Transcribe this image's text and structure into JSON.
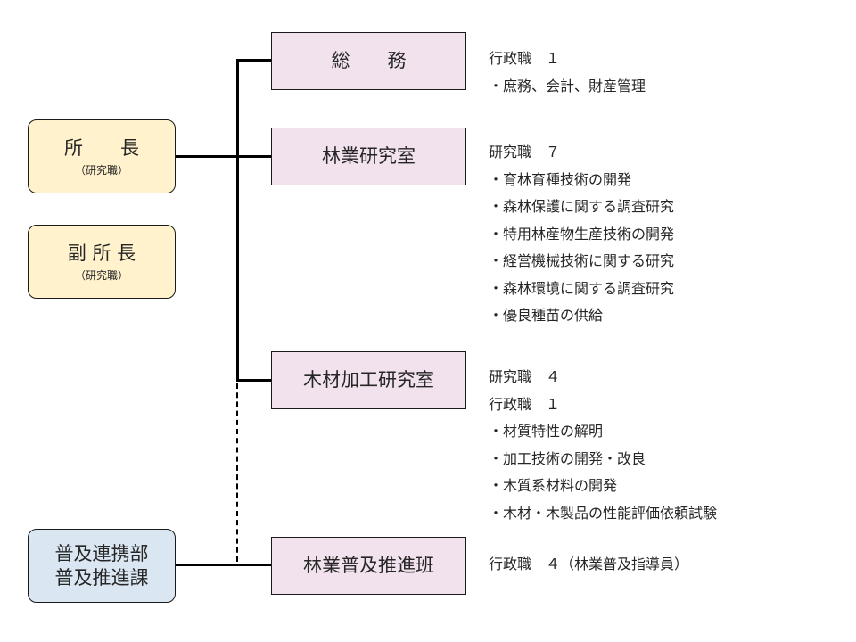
{
  "leaders": {
    "director": {
      "title": "所　　長",
      "subtitle": "（研究職）"
    },
    "vice_director": {
      "title": "副 所 長",
      "subtitle": "（研究職）"
    }
  },
  "outreach": {
    "line1": "普及連携部",
    "line2": "普及推進課"
  },
  "departments": [
    {
      "name": "総　　務",
      "details": [
        "行政職　１",
        "・庶務、会計、財産管理"
      ]
    },
    {
      "name": "林業研究室",
      "details": [
        "研究職　７",
        "・育林育種技術の開発",
        "・森林保護に関する調査研究",
        "・特用林産物生産技術の開発",
        "・経営機械技術に関する研究",
        "・森林環境に関する調査研究",
        "・優良種苗の供給"
      ]
    },
    {
      "name": "木材加工研究室",
      "details": [
        "研究職　４",
        "行政職　１",
        "・材質特性の解明",
        "・加工技術の開発・改良",
        "・木質系材料の開発",
        "・木材・木製品の性能評価依頼試験"
      ]
    },
    {
      "name": "林業普及推進班",
      "details": [
        "行政職　４（林業普及指導員）"
      ]
    }
  ],
  "colors": {
    "leader_fill": "#fff2cc",
    "outreach_fill": "#dae6f2",
    "department_fill": "#f1e2ee",
    "line": "#000000"
  }
}
